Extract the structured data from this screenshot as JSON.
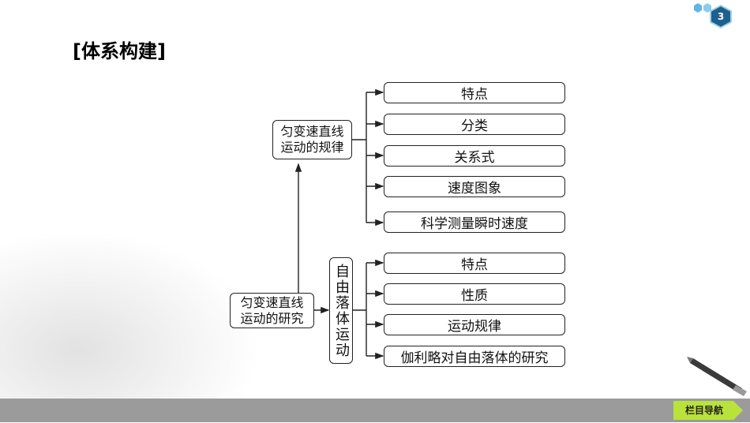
{
  "slide": {
    "title": "[体系构建]",
    "page_number": "3",
    "nav_label": "栏目导航"
  },
  "diagram": {
    "root": "匀变速直线\n运动的研究",
    "upper_node": "匀变速直线\n运动的规律",
    "upper_items": [
      "特点",
      "分类",
      "关系式",
      "速度图象",
      "科学测量瞬时速度"
    ],
    "lower_node": "自由落体运动",
    "lower_items": [
      "特点",
      "性质",
      "运动规律",
      "伽利略对自由落体的研究"
    ]
  }
}
